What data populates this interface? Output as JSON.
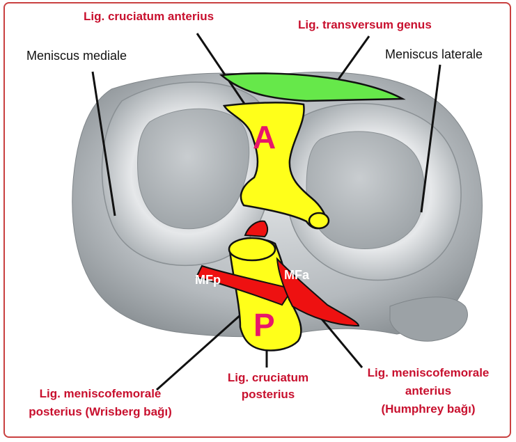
{
  "labels": {
    "lig_cruciatum_anterius": "Lig. cruciatum anterius",
    "lig_transversum_genus": "Lig. transversum genus",
    "meniscus_mediale": "Meniscus mediale",
    "meniscus_laterale": "Meniscus laterale",
    "letter_a": "A",
    "letter_p": "P",
    "mfp": "MFp",
    "mfa": "MFa",
    "lig_cruciatum_posterius_line1": "Lig. cruciatum",
    "lig_cruciatum_posterius_line2": "posterius",
    "lig_mf_posterius_line1": "Lig. meniscofemorale",
    "lig_mf_posterius_line2": "posterius (Wrisberg bağı)",
    "lig_mf_anterius_line1": "Lig. meniscofemorale",
    "lig_mf_anterius_line2": "anterius",
    "lig_mf_anterius_line3": "(Humphrey bağı)"
  },
  "colors": {
    "frame": "#c94040",
    "label_red": "#c8102e",
    "letter_pink": "#e8156b",
    "cruciate_yellow": "#ffff1a",
    "transverse_green": "#66e84a",
    "meniscofemoral_red": "#ee1111",
    "meniscus_gray": "#b8bcc0"
  }
}
